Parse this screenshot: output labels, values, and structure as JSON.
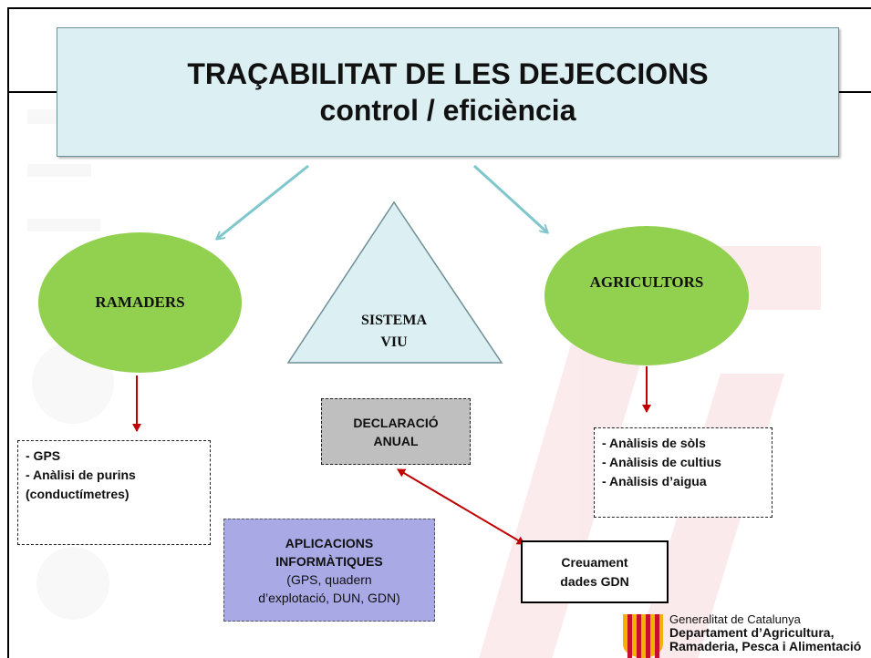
{
  "title": {
    "line1": "TRAÇABILITAT DE LES DEJECCIONS",
    "line2": "control / eficiència"
  },
  "nodes": {
    "ramaders": "RAMADERS",
    "agricultors": "AGRICULTORS",
    "sistema_line1": "SISTEMA",
    "sistema_line2": "VIU"
  },
  "ramaders_box": {
    "items": [
      "- GPS",
      "- Anàlisi de purins",
      "(conductímetres)"
    ]
  },
  "agricultors_box": {
    "items": [
      "- Anàlisis de sòls",
      "- Anàlisis de cultius",
      "- Anàlisis d’aigua"
    ]
  },
  "declaracio": {
    "line1": "DECLARACIÓ",
    "line2": "ANUAL"
  },
  "aplicacions": {
    "line1": "APLICACIONS",
    "line2": "INFORMÀTIQUES",
    "line3": "(GPS, quadern",
    "line4": "d’explotació, DUN, GDN)"
  },
  "creuament": {
    "line1": "Creuament",
    "line2": "dades GDN"
  },
  "logo": {
    "line1": "Generalitat de Catalunya",
    "line2": "Departament d’Agricultura,",
    "line3": "Ramaderia, Pesca i Alimentació"
  },
  "colors": {
    "ellipse": "#92d050",
    "title_bg": "#dcf0f3",
    "teal_arrow": "#7fc7cc",
    "red_arrow": "#c00000",
    "declaracio_bg": "#bfbfbf",
    "aplicacions_bg": "#a9a9e6",
    "watermark": "#d9252b"
  },
  "icons": {
    "logo": "generalitat-stripes-icon"
  }
}
